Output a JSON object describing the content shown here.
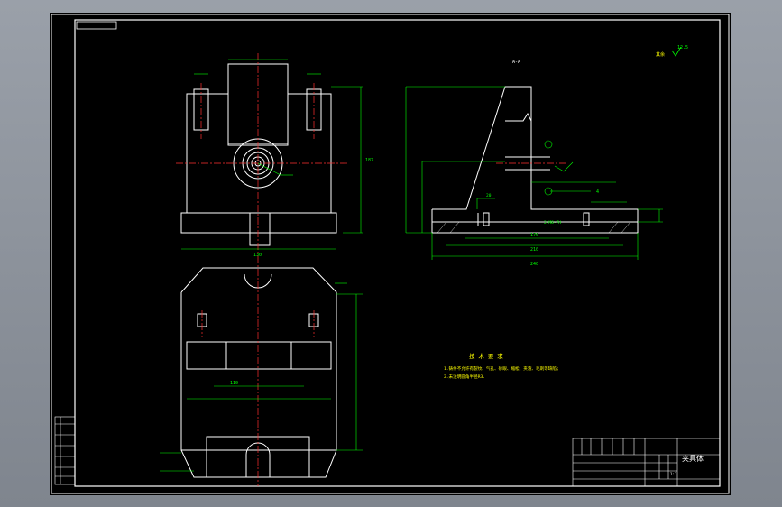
{
  "drawing": {
    "section_label": "A-A",
    "title_block": {
      "part_name": "夹具体",
      "code": "",
      "scale": "1:1"
    },
    "tech_requirements": {
      "heading": "技 术 要 求",
      "items": [
        "1.铸件不允许有裂纹、气孔、砂眼、缩松、夹渣、毛刺等缺陷;",
        "2.未注明圆角半径R3."
      ]
    },
    "dimensions": {
      "total_length": "240",
      "inner_length": "210",
      "mid_length": "170",
      "height_dim": "187",
      "base_width": "130",
      "bottom_width": "110",
      "small_dim": "4",
      "thread": "2-M8-7H",
      "angle": "20"
    },
    "colors": {
      "background": "#000000",
      "outline": "#ffffff",
      "dimension": "#00ff00",
      "center_line": "#ff3030"
    }
  }
}
